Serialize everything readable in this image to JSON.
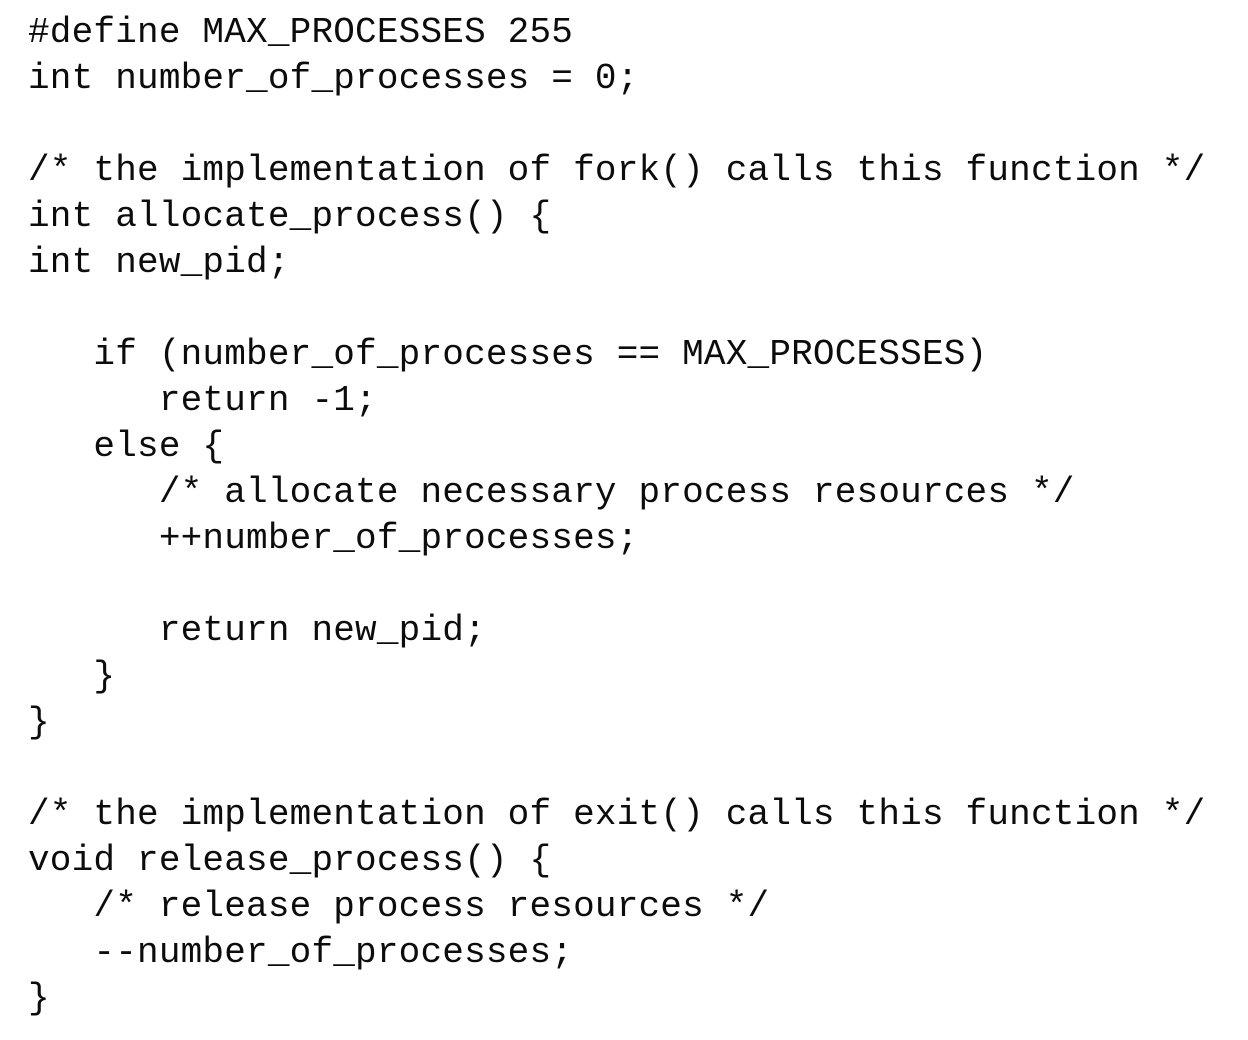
{
  "document": {
    "type": "code-listing",
    "language": "c",
    "colors": {
      "text": "#0c0c0c",
      "background": "#ffffff"
    },
    "code": {
      "lines": [
        "#define MAX_PROCESSES 255",
        "int number_of_processes = 0;",
        "",
        "/* the implementation of fork() calls this function */",
        "int allocate_process() {",
        "int new_pid;",
        "",
        "   if (number_of_processes == MAX_PROCESSES)",
        "      return -1;",
        "   else {",
        "      /* allocate necessary process resources */",
        "      ++number_of_processes;",
        "",
        "      return new_pid;",
        "   }",
        "}",
        "",
        "/* the implementation of exit() calls this function */",
        "void release_process() {",
        "   /* release process resources */",
        "   --number_of_processes;",
        "}"
      ]
    }
  }
}
